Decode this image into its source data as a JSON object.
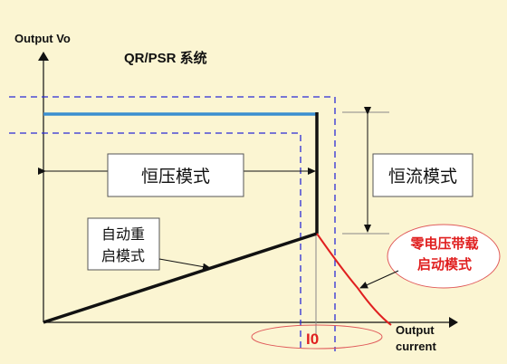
{
  "title": "QR/PSR 系统",
  "y_axis_label": "Output Vo",
  "x_axis_label_line1": "Output",
  "x_axis_label_line2": "current",
  "boxes": {
    "constant_voltage": "恒压模式",
    "constant_current": "恒流模式",
    "auto_restart_line1": "自动重",
    "auto_restart_line2": "启模式",
    "zero_voltage_line1": "零电压带载",
    "zero_voltage_line2": "启动模式"
  },
  "x_marker": "I0",
  "colors": {
    "background": "#fbf5d2",
    "voltage_line": "#3a8fd0",
    "guide_dashed": "#2b2bd6",
    "zero_voltage": "#e02020",
    "ellipse_outline": "#e05a5a"
  }
}
